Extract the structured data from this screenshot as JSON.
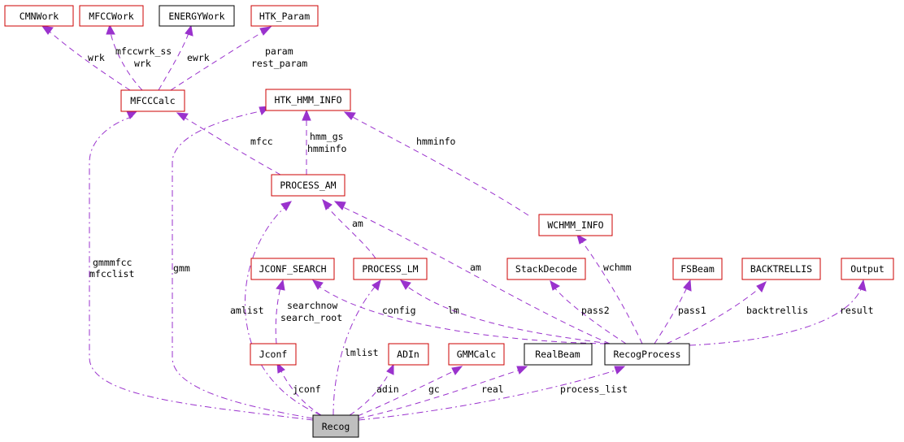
{
  "colors": {
    "edge": "#9a32cd",
    "node_border_red": "#cc0000",
    "node_border_black": "#000000",
    "root_fill": "#bfbfbf"
  },
  "nodes": {
    "cmnwork": "CMNWork",
    "mfccwork": "MFCCWork",
    "energywork": "ENERGYWork",
    "htk_param": "HTK_Param",
    "mfcccalc": "MFCCCalc",
    "htk_hmm_info": "HTK_HMM_INFO",
    "process_am": "PROCESS_AM",
    "wchmm_info": "WCHMM_INFO",
    "jconf_search": "JCONF_SEARCH",
    "process_lm": "PROCESS_LM",
    "stackdecode": "StackDecode",
    "fsbeam": "FSBeam",
    "backtrellis": "BACKTRELLIS",
    "output": "Output",
    "jconf": "Jconf",
    "adin": "ADIn",
    "gmmcalc": "GMMCalc",
    "realbeam": "RealBeam",
    "recogprocess": "RecogProcess",
    "recog": "Recog"
  },
  "edge_labels": {
    "wrk": "wrk",
    "mfccwrk_ss": "mfccwrk_ss",
    "mfccwrk_wrk": "wrk",
    "ewrk": "ewrk",
    "param": "param",
    "rest_param": "rest_param",
    "mfcc": "mfcc",
    "hmm_gs": "hmm_gs",
    "hmminfo_am": "hmminfo",
    "hmminfo_wchmm": "hmminfo",
    "gmmmfcc": "gmmmfcc",
    "mfcclist": "mfcclist",
    "gmm": "gmm",
    "am_lm": "am",
    "am_recog": "am",
    "wchmm": "wchmm",
    "amlist": "amlist",
    "searchnow": "searchnow",
    "search_root": "search_root",
    "config": "config",
    "lm": "lm",
    "pass2": "pass2",
    "pass1": "pass1",
    "backtrellis": "backtrellis",
    "result": "result",
    "lmlist": "lmlist",
    "jconf": "jconf",
    "adin": "adin",
    "gc": "gc",
    "real": "real",
    "process_list": "process_list"
  }
}
